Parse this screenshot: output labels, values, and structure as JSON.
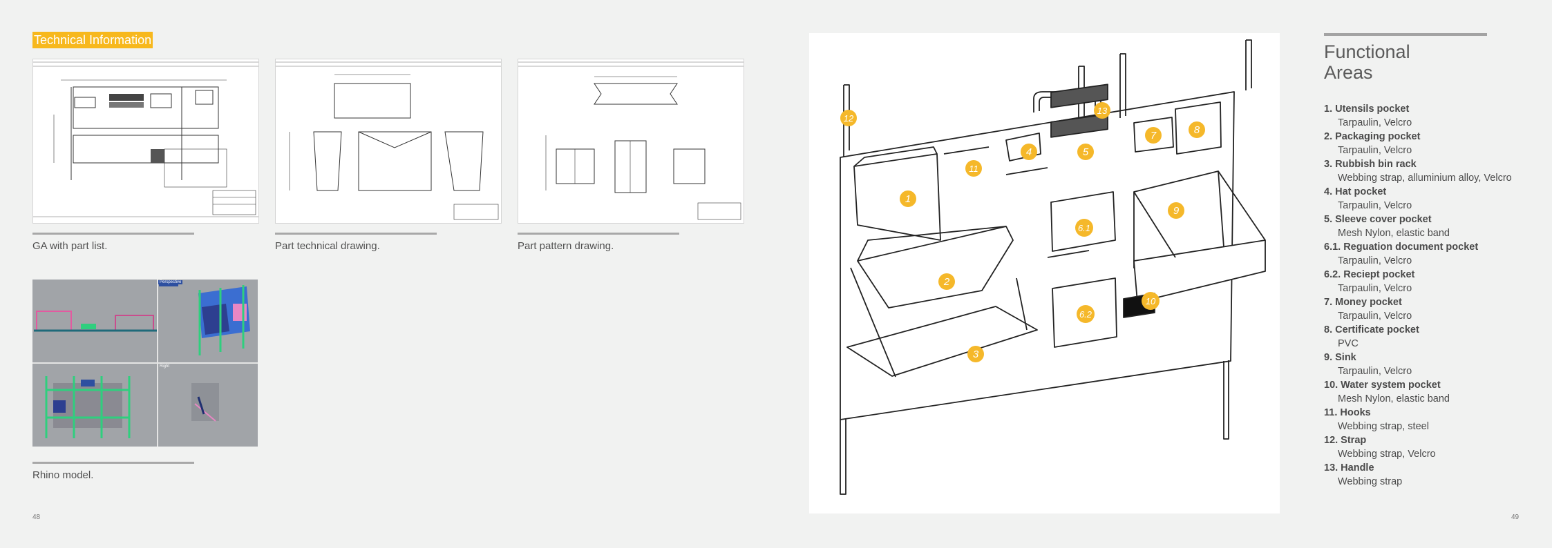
{
  "left_page": {
    "section_tag": "Technical Information",
    "captions": {
      "ga": "GA with part list.",
      "technical": "Part technical drawing.",
      "pattern": "Part pattern drawing.",
      "rhino": "Rhino model."
    },
    "rhino_view_labels": {
      "perspective": "Perspective",
      "right": "Right"
    },
    "page_number": "48"
  },
  "right_page": {
    "title_line1": "Functional",
    "title_line2": "Areas",
    "page_number": "49",
    "items": [
      {
        "name": "1. Utensils pocket",
        "material": "Tarpaulin, Velcro"
      },
      {
        "name": "2. Packaging pocket",
        "material": "Tarpaulin, Velcro"
      },
      {
        "name": "3. Rubbish bin rack",
        "material": "Webbing strap, alluminium alloy, Velcro"
      },
      {
        "name": "4. Hat pocket",
        "material": "Tarpaulin, Velcro"
      },
      {
        "name": "5. Sleeve cover pocket",
        "material": "Mesh Nylon, elastic band"
      },
      {
        "name": "6.1.  Reguation document pocket",
        "material": "Tarpaulin, Velcro"
      },
      {
        "name": "6.2. Reciept pocket",
        "material": "Tarpaulin, Velcro"
      },
      {
        "name": "7. Money pocket",
        "material": "Tarpaulin, Velcro"
      },
      {
        "name": "8. Certificate pocket",
        "material": "PVC"
      },
      {
        "name": "9. Sink",
        "material": "Tarpaulin, Velcro"
      },
      {
        "name": "10. Water system pocket",
        "material": "Mesh Nylon, elastic band"
      },
      {
        "name": "11. Hooks",
        "material": "Webbing strap, steel"
      },
      {
        "name": "12. Strap",
        "material": "Webbing strap, Velcro"
      },
      {
        "name": "13. Handle",
        "material": "Webbing strap"
      }
    ],
    "badges": [
      "1",
      "2",
      "3",
      "4",
      "5",
      "6.1",
      "6.2",
      "7",
      "8",
      "9",
      "10",
      "11",
      "12",
      "13"
    ]
  },
  "colors": {
    "accent": "#f7b81d",
    "background": "#f1f2f1",
    "text": "#4a4a4a"
  }
}
